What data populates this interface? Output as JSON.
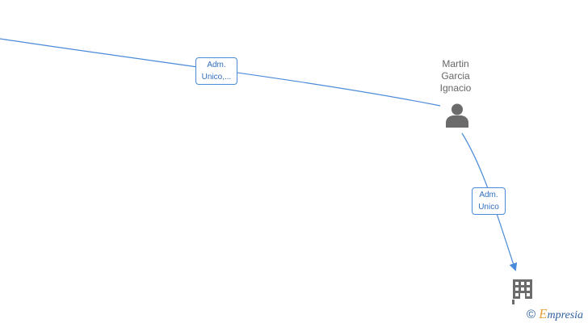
{
  "nodes": {
    "person": {
      "name_lines": [
        "Martin",
        "Garcia",
        "Ignacio"
      ],
      "icon": "person-icon"
    },
    "company": {
      "icon": "building-icon"
    }
  },
  "edges": [
    {
      "label_lines": [
        "Adm.",
        "Unico,..."
      ]
    },
    {
      "label_lines": [
        "Adm.",
        "Unico"
      ]
    }
  ],
  "watermark": {
    "symbol": "©",
    "brand_initial": "E",
    "brand_rest": "mpresia"
  },
  "colors": {
    "edge": "#4a8ad8",
    "label_text": "#2f6fbf",
    "node_text": "#666666",
    "icon": "#6b6b6b",
    "brand_accent": "#e8a23a"
  }
}
